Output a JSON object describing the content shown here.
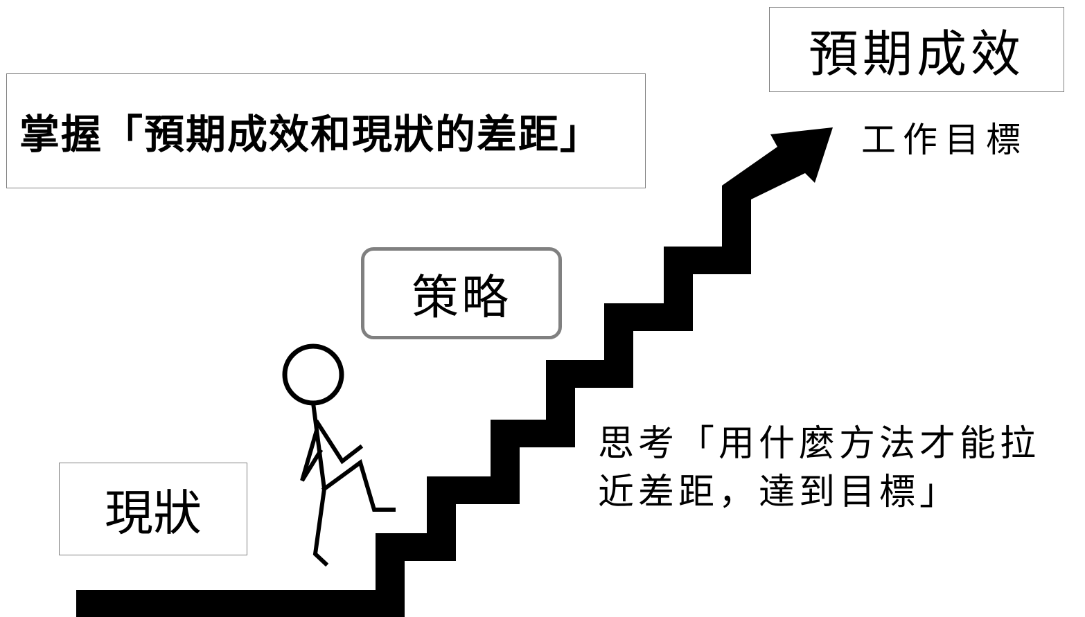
{
  "labels": {
    "goal": "預期成效",
    "work_goal": "工作目標",
    "gap": "掌握「預期成效和現狀的差距」",
    "strategy": "策略",
    "status": "現狀",
    "think_line1": "思考「用什麼方法才能拉",
    "think_line2": "近差距，達到目標」"
  },
  "colors": {
    "stairs": "#000000",
    "box_border": "#7f7f7f"
  },
  "icons": [
    "stick-figure-icon",
    "staircase-arrow-icon"
  ]
}
